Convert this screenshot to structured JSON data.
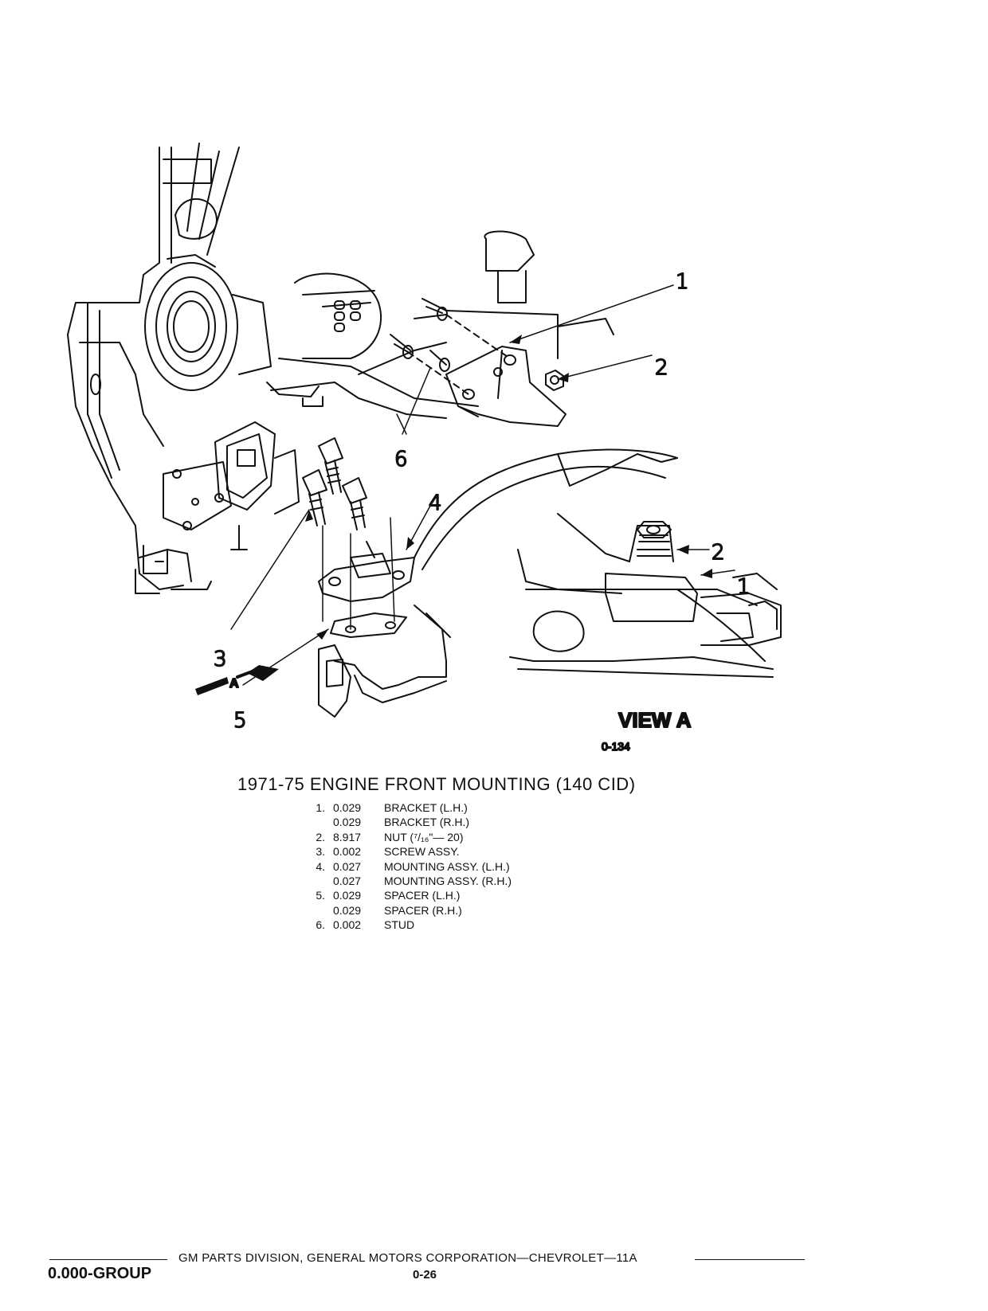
{
  "illustration": {
    "callouts": [
      "1",
      "2",
      "6",
      "4",
      "2",
      "1",
      "3",
      "5"
    ],
    "view_label": "VIEW A",
    "arrow_label": "A",
    "figure_number": "0-134"
  },
  "title": "1971-75 ENGINE FRONT MOUNTING (140 CID)",
  "parts": [
    {
      "num": "1.",
      "code": "0.029",
      "desc": "BRACKET (L.H.)"
    },
    {
      "num": "",
      "code": "0.029",
      "desc": "BRACKET (R.H.)"
    },
    {
      "num": "2.",
      "code": "8.917",
      "desc": "NUT (⁷/₁₆\"— 20)"
    },
    {
      "num": "3.",
      "code": "0.002",
      "desc": "SCREW ASSY."
    },
    {
      "num": "4.",
      "code": "0.027",
      "desc": "MOUNTING ASSY. (L.H.)"
    },
    {
      "num": "",
      "code": "0.027",
      "desc": "MOUNTING ASSY. (R.H.)"
    },
    {
      "num": "5.",
      "code": "0.029",
      "desc": "SPACER (L.H.)"
    },
    {
      "num": "",
      "code": "0.029",
      "desc": "SPACER (R.H.)"
    },
    {
      "num": "6.",
      "code": "0.002",
      "desc": "STUD"
    }
  ],
  "footer": {
    "division": "GM PARTS DIVISION, GENERAL MOTORS CORPORATION—CHEVROLET—11A",
    "group": "0.000-GROUP",
    "page": "0-26"
  }
}
